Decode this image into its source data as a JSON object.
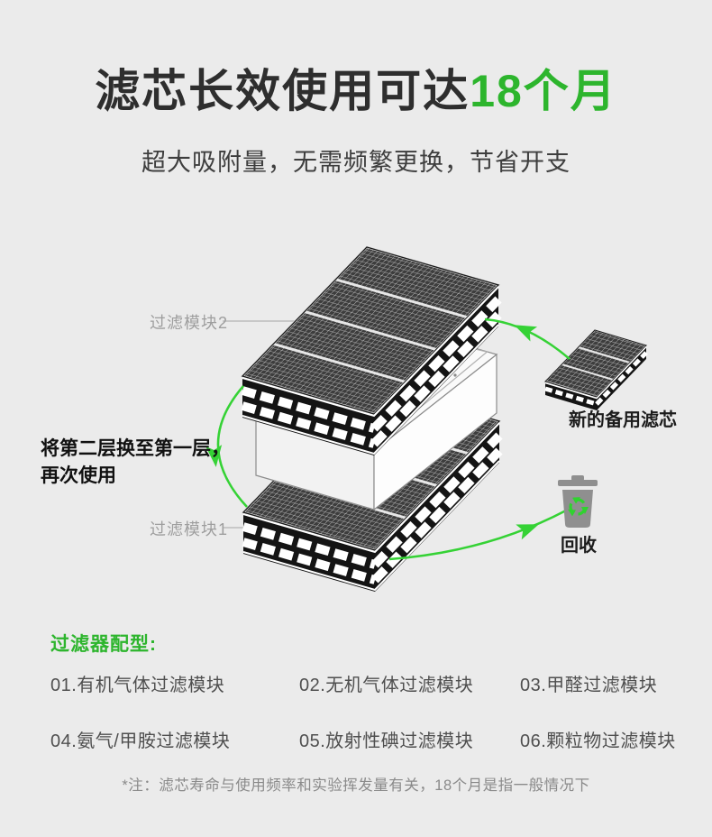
{
  "header": {
    "title_black": "滤芯长效使用可达",
    "title_green": "18个月",
    "subtitle": "超大吸附量，无需频繁更换，节省开支"
  },
  "diagram": {
    "module2_label": "过滤模块2",
    "module1_label": "过滤模块1",
    "swap_note_line1": "将第二层换至第一层，",
    "swap_note_line2": "再次使用",
    "spare_filter_label": "新的备用滤芯",
    "recycle_label": "回收",
    "icons": {
      "recycle_bin": "trash-bin-with-recycle-arrows",
      "cycle_arrows": "green-curved-cycle-arrows"
    }
  },
  "filter_options": {
    "heading": "过滤器配型:",
    "items": [
      "01.有机气体过滤模块",
      "02.无机气体过滤模块",
      "03.甲醛过滤模块",
      "04.氨气/甲胺过滤模块",
      "05.放射性碘过滤模块",
      "06.颗粒物过滤模块"
    ]
  },
  "footnote": "*注：滤芯寿命与使用频率和实验挥发量有关，18个月是指一般情况下",
  "colors": {
    "background": "#ebebeb",
    "accent_green": "#2db52d",
    "arrow_green": "#35d235",
    "title_dark": "#2e2e2e",
    "module_label_gray": "#9e9e9e",
    "note_gray": "#8a8a8a",
    "bin_gray": "#8f8f8f",
    "list_text": "#4f4f4f"
  }
}
